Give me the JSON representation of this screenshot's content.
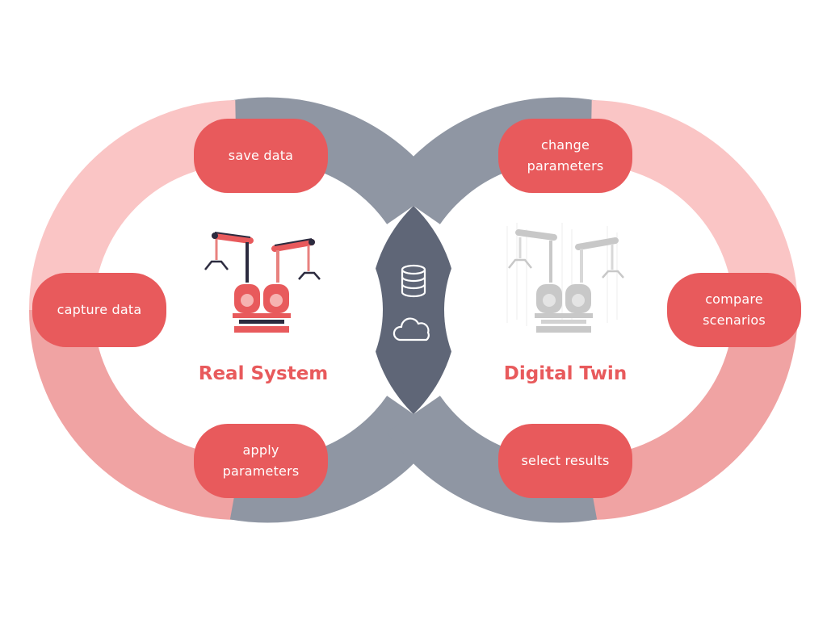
{
  "colors": {
    "accent": "#e85a5c",
    "ring_light": "#fac5c5",
    "ring_mid": "#f0a3a3",
    "ring_dark": "#8f96a3",
    "overlap": "#5f6677",
    "twin_gray": "#c6c6c6"
  },
  "real_system": {
    "title": "Real System",
    "steps": {
      "save_data": "save data",
      "capture_data": "capture data",
      "apply_parameters": "apply\nparameters"
    }
  },
  "digital_twin": {
    "title": "Digital Twin",
    "steps": {
      "change_parameters": "change\nparameters",
      "compare_scenarios": "compare\nscenarios",
      "select_results": "select results"
    }
  },
  "icons": {
    "center": [
      "database-icon",
      "cloud-icon"
    ],
    "real": "robotic-arms-icon",
    "twin": "digital-robotic-arms-icon"
  }
}
